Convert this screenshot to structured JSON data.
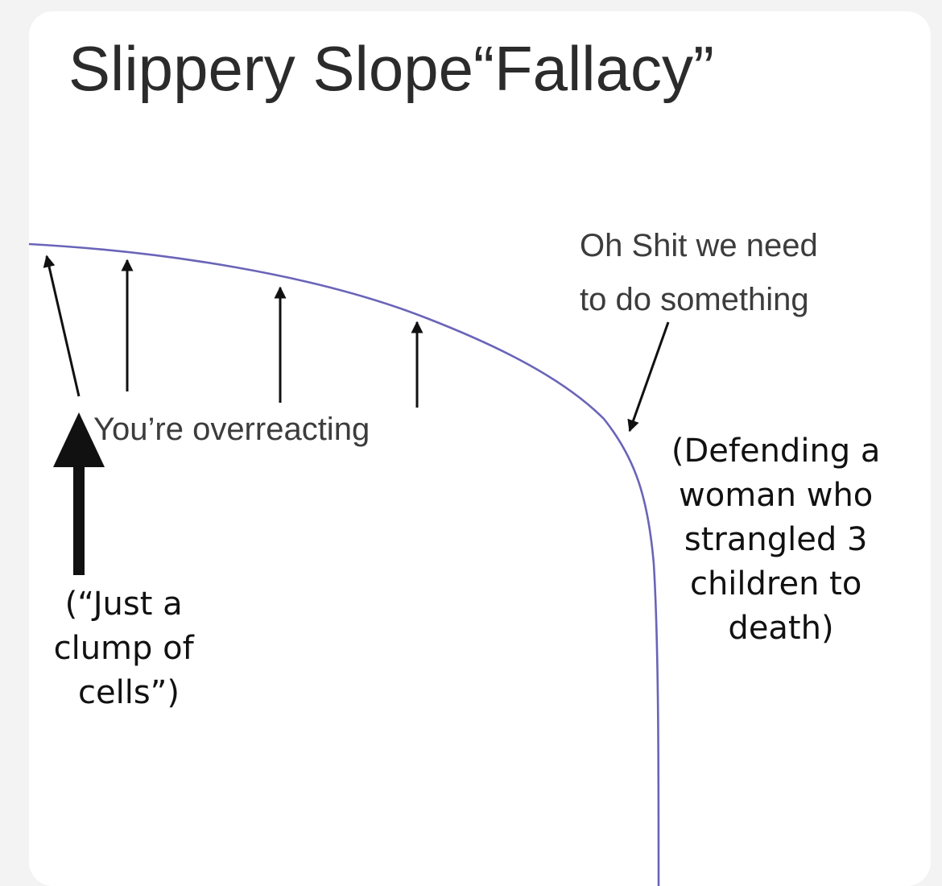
{
  "title": "Slippery Slope“Fallacy”",
  "curve_color": "#6a64b8",
  "labels": {
    "oh_shit": [
      "Oh Shit we need",
      "to do something"
    ],
    "overreacting": "You’re overreacting",
    "defending": [
      "(Defending a",
      "woman who",
      "strangled 3",
      "children to",
      "death)"
    ],
    "clump": [
      "(“Just a",
      "clump of",
      "cells”)"
    ]
  }
}
